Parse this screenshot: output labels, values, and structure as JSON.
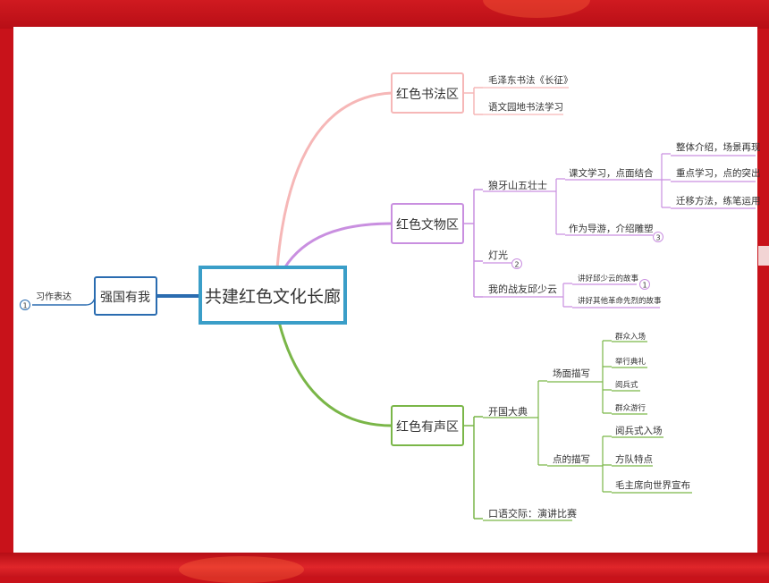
{
  "central": "共建红色文化长廊",
  "left_branch": {
    "label": "强国有我",
    "child": "习作表达",
    "badge": "1"
  },
  "areas": [
    {
      "label": "红色书法区",
      "color": "#f6b7b7",
      "items": [
        "毛泽东书法《长征》",
        "语文园地书法学习"
      ]
    },
    {
      "label": "红色文物区",
      "color": "#c98fe0",
      "items": [
        {
          "label": "狼牙山五壮士",
          "children": [
            {
              "label": "课文学习，点面结合",
              "children": [
                "整体介绍，场景再现",
                "重点学习，点的突出",
                "迁移方法，练笔运用"
              ]
            },
            {
              "label": "作为导游，介绍雕塑",
              "badge": "3"
            }
          ]
        },
        {
          "label": "灯光",
          "badge": "2"
        },
        {
          "label": "我的战友邱少云",
          "children": [
            {
              "label": "讲好邱少云的故事",
              "badge": "1"
            },
            {
              "label": "讲好其他革命先烈的故事"
            }
          ]
        }
      ]
    },
    {
      "label": "红色有声区",
      "color": "#7ab648",
      "items": [
        {
          "label": "开国大典",
          "children": [
            {
              "label": "场面描写",
              "children": [
                "群众入场",
                "举行典礼",
                "阅兵式",
                "群众游行"
              ]
            },
            {
              "label": "点的描写",
              "children": [
                "阅兵式入场",
                "方队特点",
                "毛主席向世界宣布"
              ]
            }
          ]
        },
        {
          "label": "口语交际：演讲比赛"
        }
      ]
    }
  ]
}
